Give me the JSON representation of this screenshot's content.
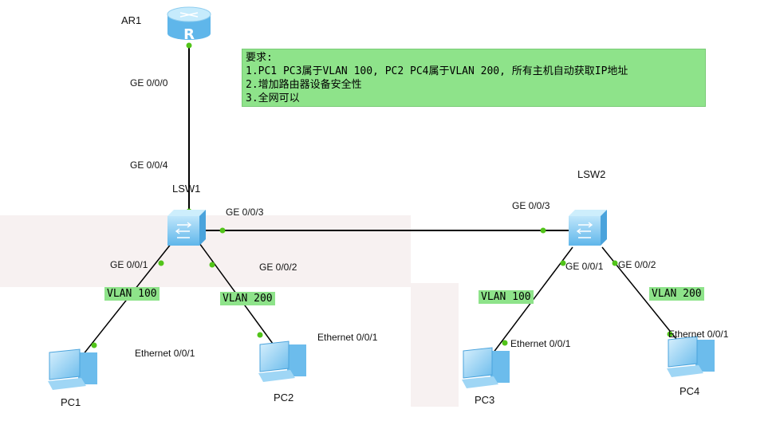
{
  "devices": {
    "router": "AR1",
    "lsw1": "LSW1",
    "lsw2": "LSW2",
    "pc1": "PC1",
    "pc2": "PC2",
    "pc3": "PC3",
    "pc4": "PC4"
  },
  "ports": {
    "ar1_uplink": "GE 0/0/0",
    "lsw1_up": "GE 0/0/4",
    "lsw1_trunk": "GE 0/0/3",
    "lsw1_p1": "GE 0/0/1",
    "lsw1_p2": "GE 0/0/2",
    "lsw2_trunk": "GE 0/0/3",
    "lsw2_p1": "GE 0/0/1",
    "lsw2_p2": "GE 0/0/2",
    "pc1_eth": "Ethernet 0/0/1",
    "pc2_eth": "Ethernet 0/0/1",
    "pc3_eth": "Ethernet 0/0/1",
    "pc4_eth": "Ethernet 0/0/1"
  },
  "vlans": {
    "pc1": "VLAN 100",
    "pc2": "VLAN 200",
    "pc3": "VLAN 100",
    "pc4": "VLAN 200"
  },
  "requirements": {
    "heading": "要求:",
    "line1": "1.PC1 PC3属于VLAN 100, PC2 PC4属于VLAN 200, 所有主机自动获取IP地址",
    "line2": "2.增加路由器设备安全性",
    "line3": "3.全网可以"
  },
  "colors": {
    "link": "#000000",
    "port_dot": "#52c41a",
    "device_blue": "#7cc6ef",
    "label_bg": "#8ee38a"
  }
}
